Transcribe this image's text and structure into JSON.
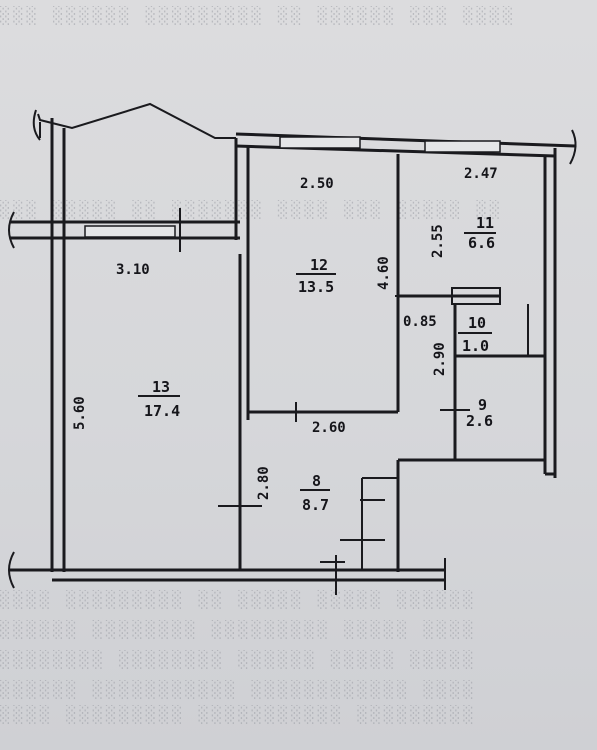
{
  "dimensions": {
    "d_250": "2.50",
    "d_247": "2.47",
    "d_255": "2.55",
    "d_310": "3.10",
    "d_460": "4.60",
    "d_085": "0.85",
    "d_290": "2.90",
    "d_560": "5.60",
    "d_260": "2.60",
    "d_280": "2.80"
  },
  "rooms": [
    {
      "number": "11",
      "area": "6.6"
    },
    {
      "number": "12",
      "area": "13.5"
    },
    {
      "number": "10",
      "area": "1.0"
    },
    {
      "number": "13",
      "area": "17.4"
    },
    {
      "number": "9",
      "area": "2.6"
    },
    {
      "number": "8",
      "area": "8.7"
    }
  ],
  "colors": {
    "ink": "#1a1a1e",
    "paper": "#d9dadc"
  }
}
